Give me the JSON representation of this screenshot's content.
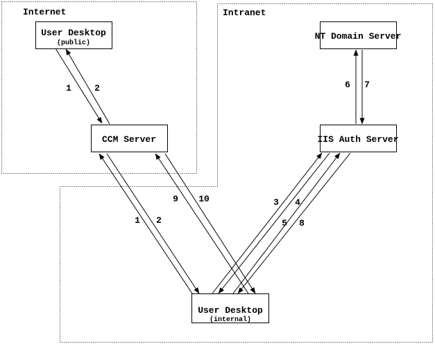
{
  "colors": {
    "background": "#ffffff",
    "line": "#000000",
    "text": "#000000"
  },
  "zones": {
    "internet": {
      "label": "Internet"
    },
    "intranet": {
      "label": "Intranet"
    }
  },
  "nodes": {
    "user_desktop_public": {
      "title": "User Desktop",
      "subtitle": "(public)"
    },
    "ccm_server": {
      "title": "CCM Server"
    },
    "nt_domain_server": {
      "title": "NT Domain Server"
    },
    "iis_auth_server": {
      "title": "IIS Auth Server"
    },
    "user_desktop_internal": {
      "title": "User Desktop",
      "subtitle": "(internal)"
    }
  },
  "edges": [
    {
      "label": "1",
      "from": "user_desktop_public",
      "to": "ccm_server"
    },
    {
      "label": "2",
      "from": "ccm_server",
      "to": "user_desktop_public"
    },
    {
      "label": "1",
      "from": "user_desktop_internal",
      "to": "ccm_server"
    },
    {
      "label": "2",
      "from": "ccm_server",
      "to": "user_desktop_internal"
    },
    {
      "label": "3",
      "from": "user_desktop_internal",
      "to": "iis_auth_server"
    },
    {
      "label": "4",
      "from": "iis_auth_server",
      "to": "user_desktop_internal"
    },
    {
      "label": "5",
      "from": "user_desktop_internal",
      "to": "iis_auth_server"
    },
    {
      "label": "6",
      "from": "iis_auth_server",
      "to": "nt_domain_server"
    },
    {
      "label": "7",
      "from": "nt_domain_server",
      "to": "iis_auth_server"
    },
    {
      "label": "8",
      "from": "iis_auth_server",
      "to": "user_desktop_internal"
    },
    {
      "label": "9",
      "from": "user_desktop_internal",
      "to": "ccm_server"
    },
    {
      "label": "10",
      "from": "ccm_server",
      "to": "user_desktop_internal"
    }
  ]
}
